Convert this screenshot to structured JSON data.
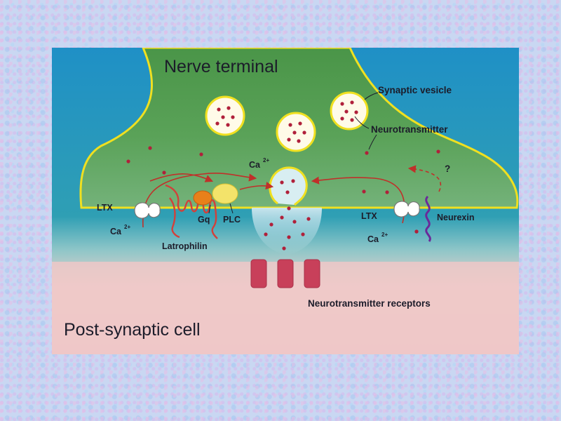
{
  "diagram": {
    "title_top": "Nerve terminal",
    "title_bottom": "Post-synaptic cell",
    "labels": {
      "synaptic_vesicle": "Synaptic vesicle",
      "neurotransmitter": "Neurotransmitter",
      "calcium_top": "Ca",
      "calcium_top_sup": "2+",
      "question": "?",
      "ltx_left": "LTX",
      "calcium_left": "Ca",
      "calcium_left_sup": "2+",
      "gq": "Gq",
      "plc": "PLC",
      "latrophilin": "Latrophilin",
      "ltx_right": "LTX",
      "neurexin": "Neurexin",
      "calcium_right": "Ca",
      "calcium_right_sup": "2+",
      "receptors": "Neurotransmitter receptors"
    },
    "colors": {
      "terminal_top": "#1f8fc4",
      "terminal_fill": "#4a9a4a",
      "membrane": "#f0e020",
      "vesicle_fill": "#fffbe8",
      "dot": "#b0203a",
      "receptor": "#c8405a",
      "arrow": "#c0302a",
      "plc": "#f3e36a",
      "gq": "#e8801a",
      "neurexin": "#6a2a9a",
      "post_cell": "#f0c4c4"
    }
  }
}
